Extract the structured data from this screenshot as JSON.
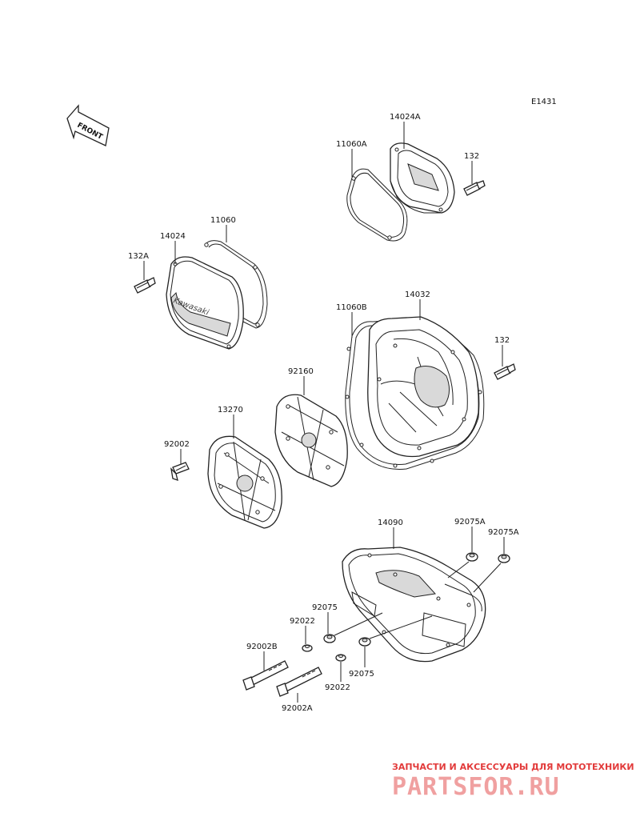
{
  "diagram": {
    "code": "E1431",
    "front_label": "FRONT",
    "parts": {
      "p14024A": "14024A",
      "p11060A": "11060A",
      "p132_top": "132",
      "p11060": "11060",
      "p14024": "14024",
      "p132A": "132A",
      "p11060B": "11060B",
      "p14032": "14032",
      "p132_mid": "132",
      "p92160": "92160",
      "p13270": "13270",
      "p92002": "92002",
      "p14090": "14090",
      "p92075A_1": "92075A",
      "p92075A_2": "92075A",
      "p92075_upper": "92075",
      "p92022_upper": "92022",
      "p92002B": "92002B",
      "p92022_lower": "92022",
      "p92075_lower": "92075",
      "p92002A": "92002A"
    }
  },
  "watermark": {
    "tagline": "ЗАПЧАСТИ И АКСЕССУАРЫ ДЛЯ МОТОТЕХНИКИ",
    "brand": "PARTSFOR.RU"
  }
}
